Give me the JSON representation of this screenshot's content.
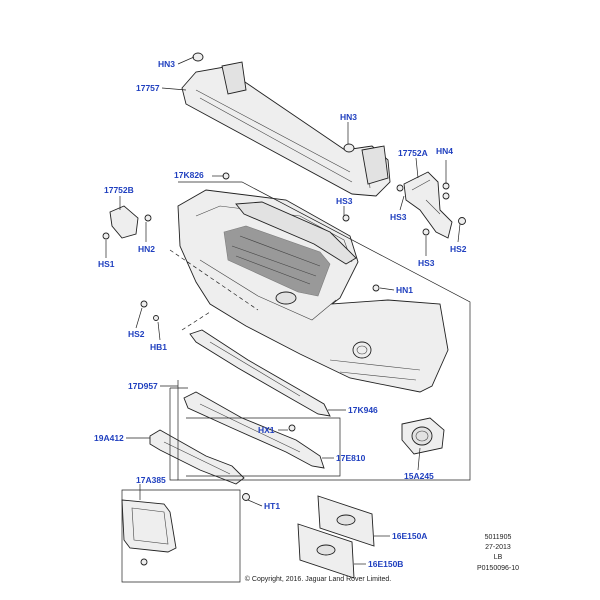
{
  "callouts": {
    "hn3_top": "HN3",
    "p17757": "17757",
    "hn3_mid": "HN3",
    "p17752a": "17752A",
    "hn4": "HN4",
    "p17k826": "17K826",
    "hs3_center": "HS3",
    "p17752b": "17752B",
    "hs3_right": "HS3",
    "hs2_right": "HS2",
    "hn2": "HN2",
    "hs1": "HS1",
    "hs3_lower": "HS3",
    "hn1": "HN1",
    "hs2_left": "HS2",
    "hb1": "HB1",
    "p17d957": "17D957",
    "p17k946": "17K946",
    "hx1": "HX1",
    "p19a412": "19A412",
    "p17e810": "17E810",
    "p15a245": "15A245",
    "p17a385": "17A385",
    "ht1": "HT1",
    "p16e150a": "16E150A",
    "p16e150b": "16E150B"
  },
  "meta": {
    "ref1": "5011905",
    "ref2": "27-2013",
    "ref3": "LB",
    "ref4": "P0150096-10",
    "copyright": "© Copyright, 2016. Jaguar Land Rover Limited."
  }
}
